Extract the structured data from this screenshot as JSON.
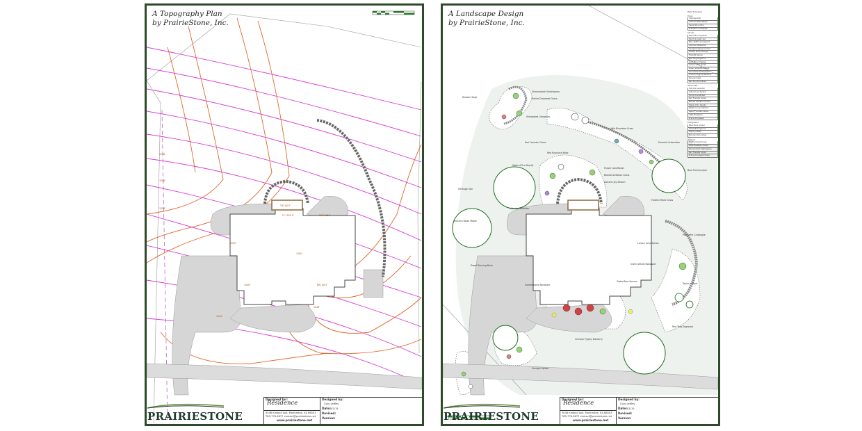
{
  "sheets": {
    "topo": {
      "title_line1": "A Topography Plan",
      "title_line2": "by PrairieStone, Inc."
    },
    "landscape": {
      "title_line1": "A Landscape Design",
      "title_line2": "by PrairieStone, Inc."
    }
  },
  "titleblock": {
    "logo": "PRAIRIESTONE",
    "designed_for_label": "Designed for:",
    "client": "Residence",
    "address": "5046 Kimball Ave. Manhattan, KS 66503",
    "phone": "785-776-6677   contact@prairiestone.net",
    "website": "www.prairiestone.net",
    "designed_by_label": "Designed by:",
    "designer": "Cory Leffley",
    "date_label": "Date:",
    "date": "5/1/15",
    "revised_label": "Revised:",
    "version_label": "Version:"
  },
  "plant_legend": {
    "title": "Plant Schedule",
    "sections": [
      {
        "header": "Trees",
        "items": [
          "Heritage Oak",
          "Autumn Blaze Maple",
          "Swiss Stone Pine",
          "Prairiefire Crabapple"
        ]
      },
      {
        "header": "Shrubs",
        "items": [
          "Dwarf Burning Bush",
          "Peach Sunset Lilac",
          "Blue Muffin Arrowwood",
          "Common Boxwood",
          "Compact Alpine Currant",
          "Golden Mock Orange",
          "Firelight Spirea",
          "Red Twig Dogwood",
          "Gold Mound Spirea",
          "Lemon Lime Spirea",
          "Green Velvet Boxwood",
          "Summerwine Ninebark",
          "Crimson Pygmy Barberry",
          "Russian Sage",
          "Red Knockout Rose"
        ]
      },
      {
        "header": "Perennials",
        "items": [
          "Hidcote Lavender",
          "Autumn Joy Sedum",
          "Purple Coneflower",
          "Karl Foerster Grass",
          "Blonde Ambition Grama",
          "Stella d'Oro Daylily",
          "Walker's Low Catmint",
          "Dwarf Fountain Grass",
          "Little Bluestem",
          "Prairie Dropseed"
        ]
      },
      {
        "header": "Evergreens",
        "items": [
          "Blue Point Juniper",
          "Globe Blue Spruce",
          "Taylor Juniper",
          "Emerald Arborvitae"
        ]
      },
      {
        "header": "Grasses",
        "items": [
          "Feather Reed Grass",
          "Little Bluestem Grass",
          "Shenandoah Switchgrass",
          "Karl Foerster Grass",
          "Prairie Dropseed Grass"
        ]
      }
    ]
  },
  "plant_labels": [
    "Russian Sage",
    "Shenandoah Switchgrass",
    "Prairie Dropseed Grass",
    "Variegated Lilacgrass",
    "Karl Foerster Grass",
    "Little Bluestem Grass",
    "Emerald Arborvitae",
    "Red Knockout Rose",
    "Purple Coneflower",
    "Blonde Ambition Grass",
    "Autumn Joy Sedum",
    "Stella d'Oro Daylily",
    "Hidcote Lavender",
    "Heritage Oak",
    "Autumn Blaze Maple",
    "Dwarf Burning Bush",
    "Summerwine Ninebark",
    "Crimson Pygmy Barberry",
    "Green Velvet Boxwood",
    "Taylor Juniper",
    "Prairiefire Crabapple",
    "Lemon Lime Spirea",
    "Red Twig Dogwood",
    "Globe Blue Spruce",
    "Blue Point Juniper",
    "Feather Reed Grass",
    "Firelight Spirea",
    "Catmint"
  ],
  "topo_labels": [
    "1058'",
    "1056'",
    "1054'",
    "1052'",
    "1050'",
    "1048'",
    "1046'",
    "1044'",
    "TW 1057'",
    "FF 1055.5'",
    "BW 1052'",
    "TOP 1053'"
  ]
}
